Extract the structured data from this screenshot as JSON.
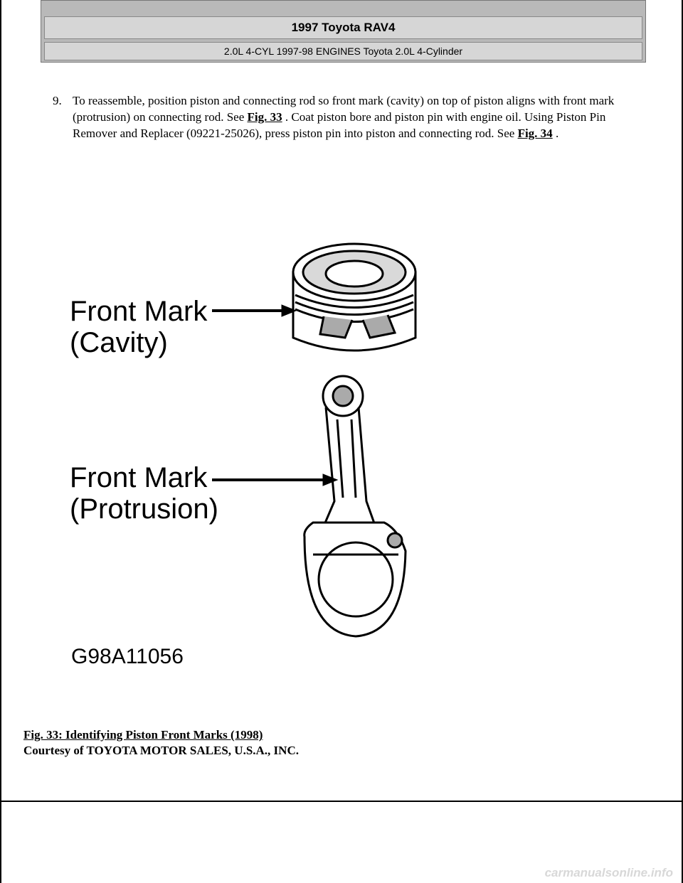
{
  "header": {
    "title": "1997 Toyota RAV4",
    "subtitle": "2.0L 4-CYL 1997-98 ENGINES Toyota 2.0L 4-Cylinder"
  },
  "step": {
    "number": "9.",
    "text_a": "To reassemble, position piston and connecting rod so front mark (cavity) on top of piston aligns with front mark (protrusion) on connecting rod. See ",
    "link1": "Fig. 33",
    "text_b": " . Coat piston bore and piston pin with engine oil. Using Piston Pin Remover and Replacer (09221-25026), press piston pin into piston and connecting rod. See ",
    "link2": "Fig. 34",
    "text_c": " ."
  },
  "figure": {
    "label1_line1": "Front Mark",
    "label1_line2": "(Cavity)",
    "label2_line1": "Front Mark",
    "label2_line2": "(Protrusion)",
    "code": "G98A11056"
  },
  "caption": {
    "title": "Fig. 33: Identifying Piston Front Marks (1998)",
    "courtesy": "Courtesy of TOYOTA MOTOR SALES, U.S.A., INC."
  },
  "watermark": "carmanualsonline.info"
}
